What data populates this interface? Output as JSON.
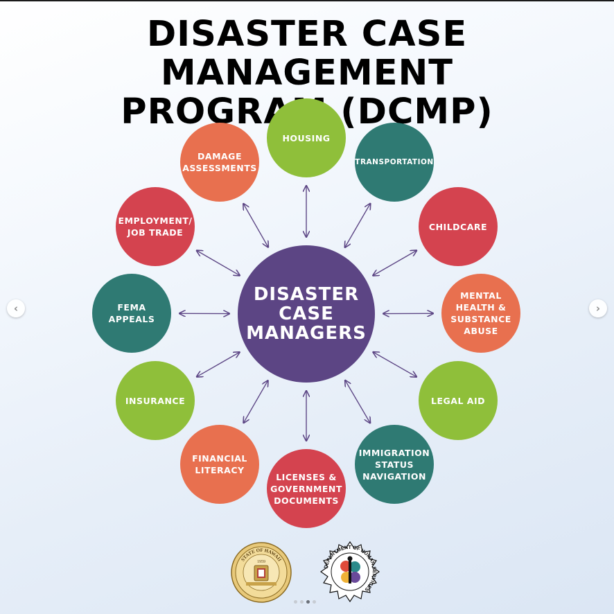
{
  "title_lines": [
    "DISASTER CASE MANAGEMENT",
    "PROGRAM (DCMP)"
  ],
  "center": {
    "label": "DISASTER\nCASE\nMANAGERS",
    "color": "#5c4584"
  },
  "nodes": [
    {
      "id": "housing",
      "label": "HOUSING",
      "color": "#8fbf3a"
    },
    {
      "id": "transportation",
      "label": "TRANSPORTATION",
      "color": "#2f7a73"
    },
    {
      "id": "childcare",
      "label": "CHILDCARE",
      "color": "#d4434f"
    },
    {
      "id": "mental-health",
      "label": "MENTAL\nHEALTH &\nSUBSTANCE\nABUSE",
      "color": "#e8704f"
    },
    {
      "id": "legal-aid",
      "label": "LEGAL AID",
      "color": "#8fbf3a"
    },
    {
      "id": "immigration",
      "label": "IMMIGRATION\nSTATUS\nNAVIGATION",
      "color": "#2f7a73"
    },
    {
      "id": "licenses",
      "label": "LICENSES &\nGOVERNMENT\nDOCUMENTS",
      "color": "#d4434f"
    },
    {
      "id": "financial-literacy",
      "label": "FINANCIAL\nLITERACY",
      "color": "#e8704f"
    },
    {
      "id": "insurance",
      "label": "INSURANCE",
      "color": "#8fbf3a"
    },
    {
      "id": "fema-appeals",
      "label": "FEMA APPEALS",
      "color": "#2f7a73"
    },
    {
      "id": "employment",
      "label": "EMPLOYMENT/\nJOB TRADE",
      "color": "#d4434f"
    },
    {
      "id": "damage-assessments",
      "label": "DAMAGE\nASSESSMENTS",
      "color": "#e8704f"
    }
  ],
  "arrow_color": "#5c4584",
  "logos": {
    "state_seal_text": "STATE OF HAWAII",
    "state_seal_year": "1959",
    "dhs_text": "DEPARTMENT OF HUMAN SERVICES"
  },
  "carousel": {
    "prev_icon": "chevron-left-icon",
    "next_icon": "chevron-right-icon",
    "dot_count": 4,
    "active_dot": 2
  }
}
